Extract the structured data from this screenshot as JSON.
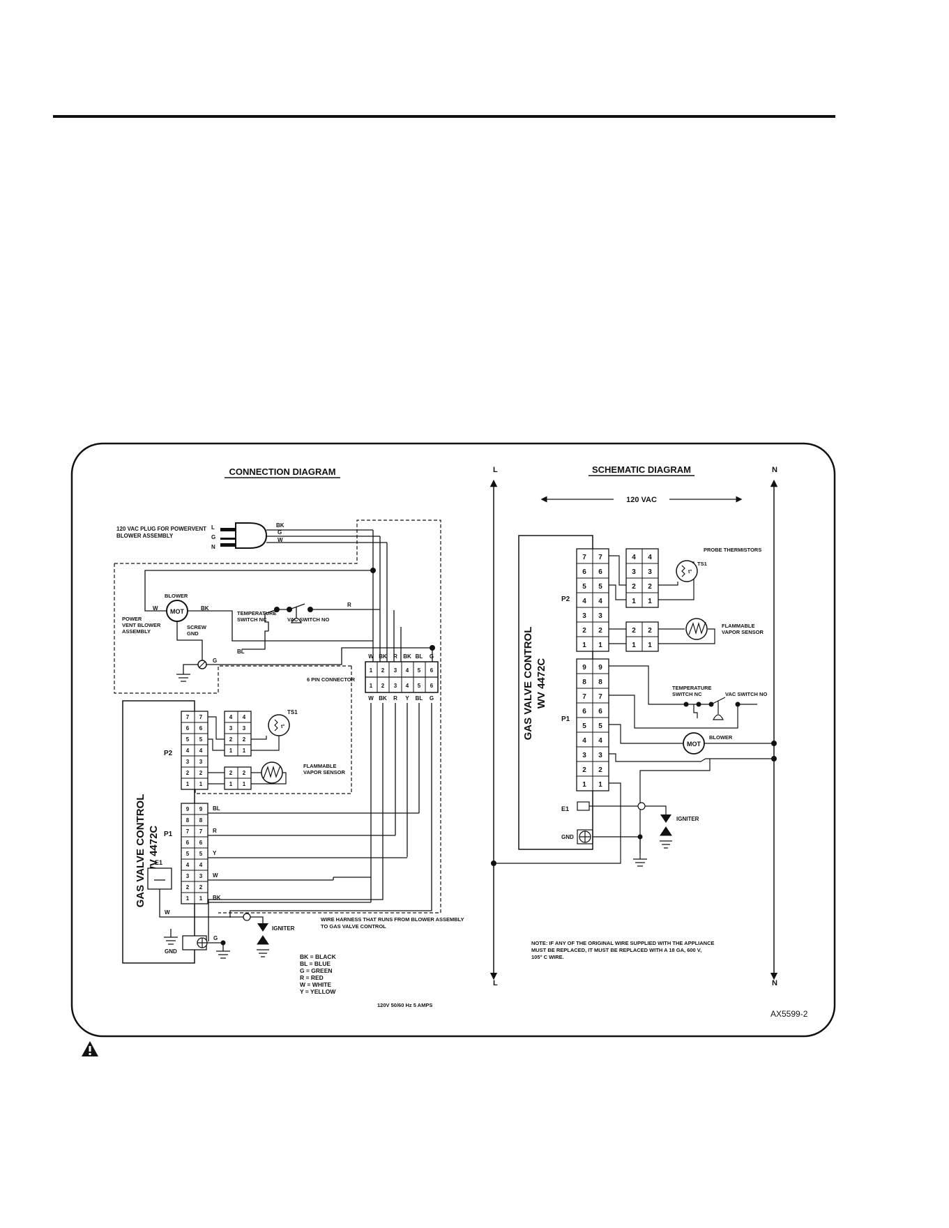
{
  "connection": {
    "title": "CONNECTION DIAGRAM",
    "plug_label_1": "120 VAC PLUG FOR POWERVENT",
    "plug_label_2": "BLOWER ASSEMBLY",
    "plug_pins": [
      "L",
      "G",
      "N"
    ],
    "plug_wires": [
      "BK",
      "G",
      "W"
    ],
    "blower": "BLOWER",
    "mot": "MOT",
    "power_vent": [
      "POWER",
      "VENT BLOWER",
      "ASSEMBLY"
    ],
    "screw_gnd": [
      "SCREW",
      "GND"
    ],
    "temp_switch": [
      "TEMPERATURE",
      "SWITCH NC"
    ],
    "vac_switch": "VAC SWITCH NO",
    "wire_w": "W",
    "wire_bk": "BK",
    "wire_r": "R",
    "wire_bl": "BL",
    "wire_g": "G",
    "top_connector_labels": [
      "W",
      "BK",
      "R",
      "BK",
      "BL",
      "G"
    ],
    "connector_pins": [
      "1",
      "2",
      "3",
      "4",
      "5",
      "6"
    ],
    "bottom_connector_labels": [
      "W",
      "BK",
      "R",
      "Y",
      "BL",
      "G"
    ],
    "six_pin": "6 PIN CONNECTOR",
    "gas_valve": "GAS VALVE CONTROL",
    "model": "WV 4472C",
    "p2": "P2",
    "p1": "P1",
    "e1": "E1",
    "ts1": "TS1",
    "flammable": [
      "FLAMMABLE",
      "VAPOR SENSOR"
    ],
    "p1_wires": [
      "BL",
      "R",
      "Y",
      "W",
      "BK"
    ],
    "igniter": "IGNITER",
    "gnd": "GND",
    "harness": [
      "WIRE HARNESS THAT RUNS FROM BLOWER ASSEMBLY",
      "TO GAS VALVE CONTROL"
    ],
    "legend": [
      "BK  =  BLACK",
      "BL  =  BLUE",
      "G    =  GREEN",
      "R    =  RED",
      "W   =  WHITE",
      "Y    =  YELLOW"
    ],
    "rating": "120V 50/60 Hz 5 AMPS"
  },
  "schematic": {
    "title": "SCHEMATIC DIAGRAM",
    "l": "L",
    "n": "N",
    "vac": "120 VAC",
    "probe": "PROBE THERMISTORS",
    "ts1": "TS1",
    "flammable": [
      "FLAMMABLE",
      "VAPOR SENSOR"
    ],
    "temp_switch": [
      "TEMPERATURE",
      "SWITCH NC"
    ],
    "vac_switch": "VAC SWITCH NO",
    "blower": "BLOWER",
    "mot": "MOT",
    "p2": "P2",
    "p1": "P1",
    "e1": "E1",
    "gnd": "GND",
    "igniter": "IGNITER",
    "gas_valve": "GAS VALVE CONTROL",
    "model": "WV 4472C",
    "note": [
      "NOTE: IF ANY OF THE ORIGINAL WIRE SUPPLIED WITH THE APPLIANCE",
      "MUST BE REPLACED, IT MUST BE REPLACED WITH A 18 GA, 600 V,",
      "105° C WIRE."
    ]
  },
  "code": "AX5599-2"
}
